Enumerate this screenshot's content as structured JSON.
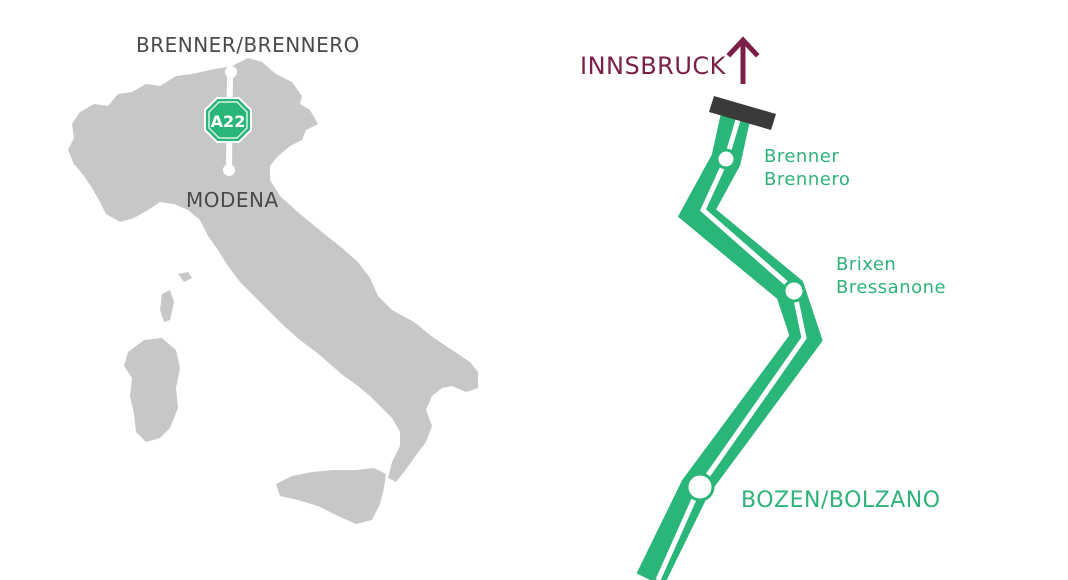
{
  "colors": {
    "land": "#c6c7c6",
    "route": "#2bb679",
    "route_inner": "#ffffff",
    "label_dark": "#4a4a4a",
    "label_green": "#2fb37a",
    "destination": "#7a1f48",
    "terminal_bar": "#3a3a3a"
  },
  "overview_map": {
    "start_label": "BRENNER/BRENNERO",
    "end_label": "MODENA",
    "shield_text": "A22",
    "shield_color": "#2bb679",
    "shield_icon": "motorway-shield-icon"
  },
  "route_diagram": {
    "destination_label": "INNSBRUCK",
    "destination_icon": "arrow-up-icon",
    "stations": [
      {
        "line1": "Brenner",
        "line2": "Brennero"
      },
      {
        "line1": "Brixen",
        "line2": "Bressanone"
      }
    ],
    "city_label": "BOZEN/BOLZANO"
  }
}
